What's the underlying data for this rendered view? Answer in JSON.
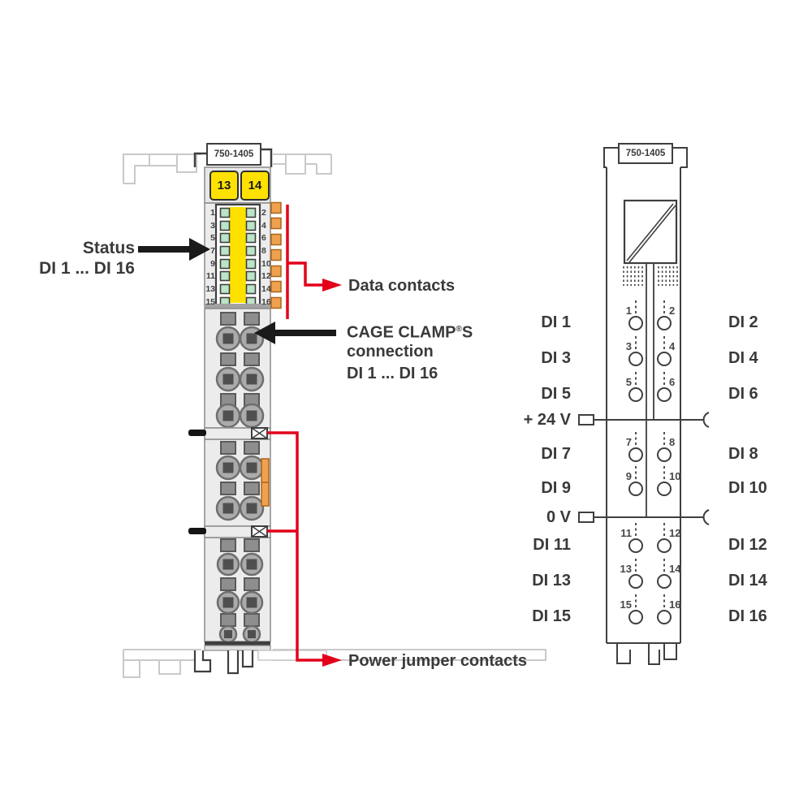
{
  "figure": {
    "left": {
      "module_label": "750-1405",
      "buttons": [
        "13",
        "14"
      ],
      "led_numbers_left": [
        "1",
        "3",
        "5",
        "7",
        "9",
        "11",
        "13",
        "15"
      ],
      "led_numbers_right": [
        "2",
        "4",
        "6",
        "8",
        "10",
        "12",
        "14",
        "16"
      ],
      "status_label_line1": "Status",
      "status_label_line2": "DI 1 ... DI 16",
      "data_contacts_label": "Data contacts",
      "cage_clamp_brand": "CAGE CLAMP",
      "cage_clamp_reg": "®",
      "cage_clamp_suffix": "S",
      "cage_clamp_line2": "connection",
      "cage_clamp_line3": "DI 1 ... DI 16",
      "power_jumper_label": "Power jumper contacts"
    },
    "right": {
      "module_label": "750-1405",
      "power_rails": [
        {
          "label": "+ 24 V"
        },
        {
          "label": "0 V"
        }
      ],
      "terminal_rows": [
        {
          "jack_left": "1",
          "jack_right": "2",
          "label_left": "DI 1",
          "label_right": "DI 2"
        },
        {
          "jack_left": "3",
          "jack_right": "4",
          "label_left": "DI 3",
          "label_right": "DI 4"
        },
        {
          "jack_left": "5",
          "jack_right": "6",
          "label_left": "DI 5",
          "label_right": "DI 6"
        },
        {
          "jack_left": "7",
          "jack_right": "8",
          "label_left": "DI 7",
          "label_right": "DI 8"
        },
        {
          "jack_left": "9",
          "jack_right": "10",
          "label_left": "DI 9",
          "label_right": "DI 10"
        },
        {
          "jack_left": "11",
          "jack_right": "12",
          "label_left": "DI 11",
          "label_right": "DI 12"
        },
        {
          "jack_left": "13",
          "jack_right": "14",
          "label_left": "DI 13",
          "label_right": "DI 14"
        },
        {
          "jack_left": "15",
          "jack_right": "16",
          "label_left": "DI 15",
          "label_right": "DI 16"
        }
      ]
    },
    "colors": {
      "accent_red": "#e2001a",
      "wago_yellow": "#ffe100",
      "contact_orange": "#f0a14e",
      "led_green": "#bce4c8"
    }
  }
}
